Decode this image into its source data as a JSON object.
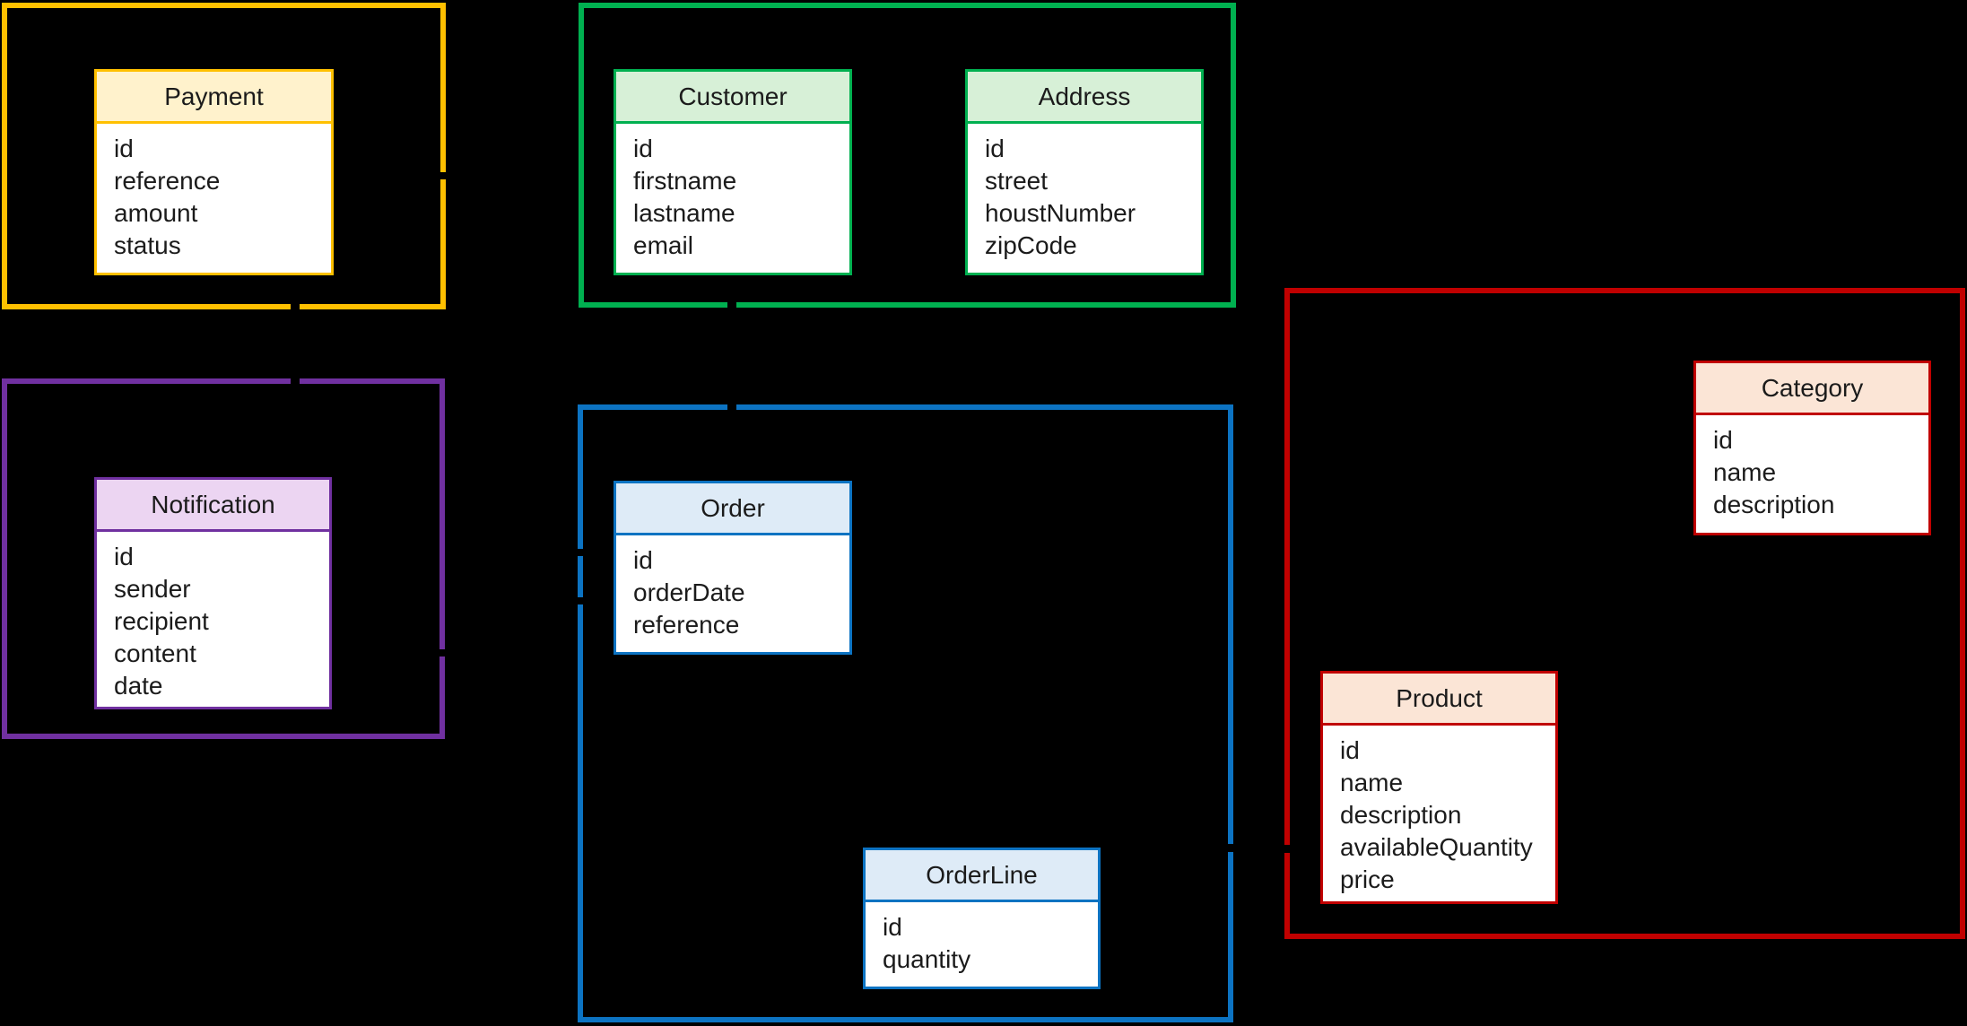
{
  "canvas": {
    "background": "#000000",
    "text_color": "#1b1b1b"
  },
  "services": [
    {
      "border_color": "#FFC000",
      "header_fill": "#FFF2CC",
      "entities": [
        {
          "name": "Payment",
          "fields": [
            "id",
            "reference",
            "amount",
            "status"
          ]
        }
      ]
    },
    {
      "border_color": "#00B050",
      "header_fill": "#D7F0D7",
      "entities": [
        {
          "name": "Customer",
          "fields": [
            "id",
            "firstname",
            "lastname",
            "email"
          ]
        },
        {
          "name": "Address",
          "fields": [
            "id",
            "street",
            "houstNumber",
            "zipCode"
          ]
        }
      ]
    },
    {
      "border_color": "#7030A0",
      "header_fill": "#ECD5F2",
      "entities": [
        {
          "name": "Notification",
          "fields": [
            "id",
            "sender",
            "recipient",
            "content",
            "date"
          ]
        }
      ]
    },
    {
      "border_color": "#0C73C2",
      "header_fill": "#DEEBF7",
      "entities": [
        {
          "name": "Order",
          "fields": [
            "id",
            "orderDate",
            "reference"
          ]
        },
        {
          "name": "OrderLine",
          "fields": [
            "id",
            "quantity"
          ]
        }
      ]
    },
    {
      "border_color": "#C00000",
      "header_fill": "#FBE5D6",
      "entities": [
        {
          "name": "Category",
          "fields": [
            "id",
            "name",
            "description"
          ]
        },
        {
          "name": "Product",
          "fields": [
            "id",
            "name",
            "description",
            "availableQuantity",
            "price"
          ]
        }
      ]
    }
  ]
}
